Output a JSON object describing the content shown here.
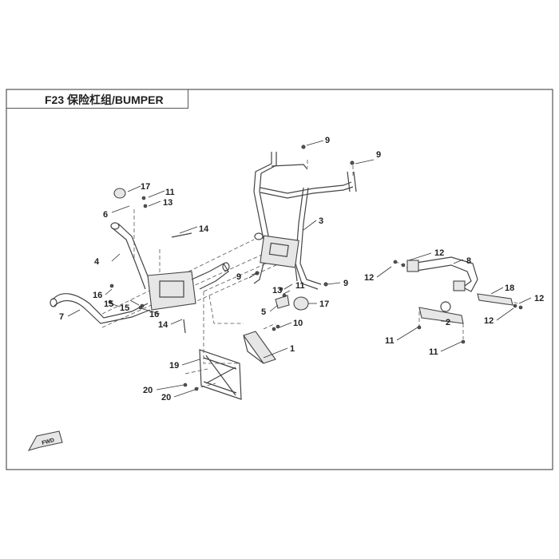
{
  "diagram": {
    "title": "F23 保险杠组/BUMPER",
    "fwd_label": "FWD",
    "callouts": {
      "c1": "1",
      "c2": "2",
      "c3": "3",
      "c4": "4",
      "c5": "5",
      "c6": "6",
      "c7": "7",
      "c8": "8",
      "c9a": "9",
      "c9b": "9",
      "c9c": "9",
      "c9d": "9",
      "c10": "10",
      "c11a": "11",
      "c11b": "11",
      "c11c": "11",
      "c11d": "11",
      "c12a": "12",
      "c12b": "12",
      "c12c": "12",
      "c12d": "12",
      "c13a": "13",
      "c13b": "13",
      "c14a": "14",
      "c14b": "14",
      "c15a": "15",
      "c15b": "15",
      "c16a": "16",
      "c16b": "16",
      "c17a": "17",
      "c17b": "17",
      "c18": "18",
      "c19": "19",
      "c20a": "20",
      "c20b": "20"
    },
    "colors": {
      "line": "#444444",
      "frame": "#555555",
      "text": "#222222",
      "part_fill": "#e6e6e6"
    }
  }
}
